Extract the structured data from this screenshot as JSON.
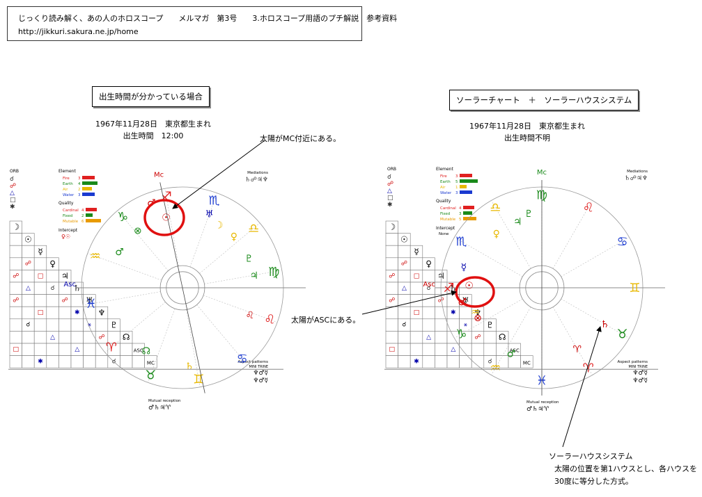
{
  "header": {
    "line1": "じっくり読み解く、あの人のホロスコープ　　メルマガ　第3号　　3.ホロスコープ用語のプチ解説　参考資料",
    "line2": "http://jikkuri.sakura.ne.jp/home"
  },
  "left": {
    "title": "出生時間が分かっている場合",
    "date": "1967年11月28日　東京都生まれ",
    "time": "出生時間　12:00",
    "callout": "太陽がMC付近にある。"
  },
  "right": {
    "title": "ソーラーチャート　＋　ソーラーハウスシステム",
    "date": "1967年11月28日　東京都生まれ",
    "time": "出生時間不明",
    "callout_asc": "太陽がASCにある。",
    "note_title": "ソーラーハウスシステム",
    "note_line1": "太陽の位置を第1ハウスとし、各ハウスを",
    "note_line2": "30度に等分した方式。"
  },
  "chart": {
    "mc": "Mc",
    "asc": "Asc",
    "orb_label": "ORB",
    "element_label": "Element",
    "quality_label": "Quality",
    "intercept_label": "Intercept",
    "intercept_none": "None",
    "mediations_label": "Mediations",
    "aspect_patterns_label": "Aspect patterns",
    "mini_trine": "MINI TRINE",
    "mutual_reception_label": "Mutual reception",
    "elements": [
      "Fire",
      "Earth",
      "Air",
      "Water"
    ],
    "element_values_left": [
      "3",
      "4",
      "2",
      "3"
    ],
    "element_values_right": [
      "3",
      "5",
      "1",
      "3"
    ],
    "qualities": [
      "Cardinal",
      "Fixed",
      "Mutable"
    ],
    "quality_values_left": [
      "4",
      "2",
      "6"
    ],
    "quality_values_right": [
      "4",
      "3",
      "5"
    ],
    "colors": {
      "fire": "#e02020",
      "earth": "#1a8a1a",
      "air": "#e8b800",
      "water": "#1a3ad0",
      "callout": "#e01010"
    }
  }
}
